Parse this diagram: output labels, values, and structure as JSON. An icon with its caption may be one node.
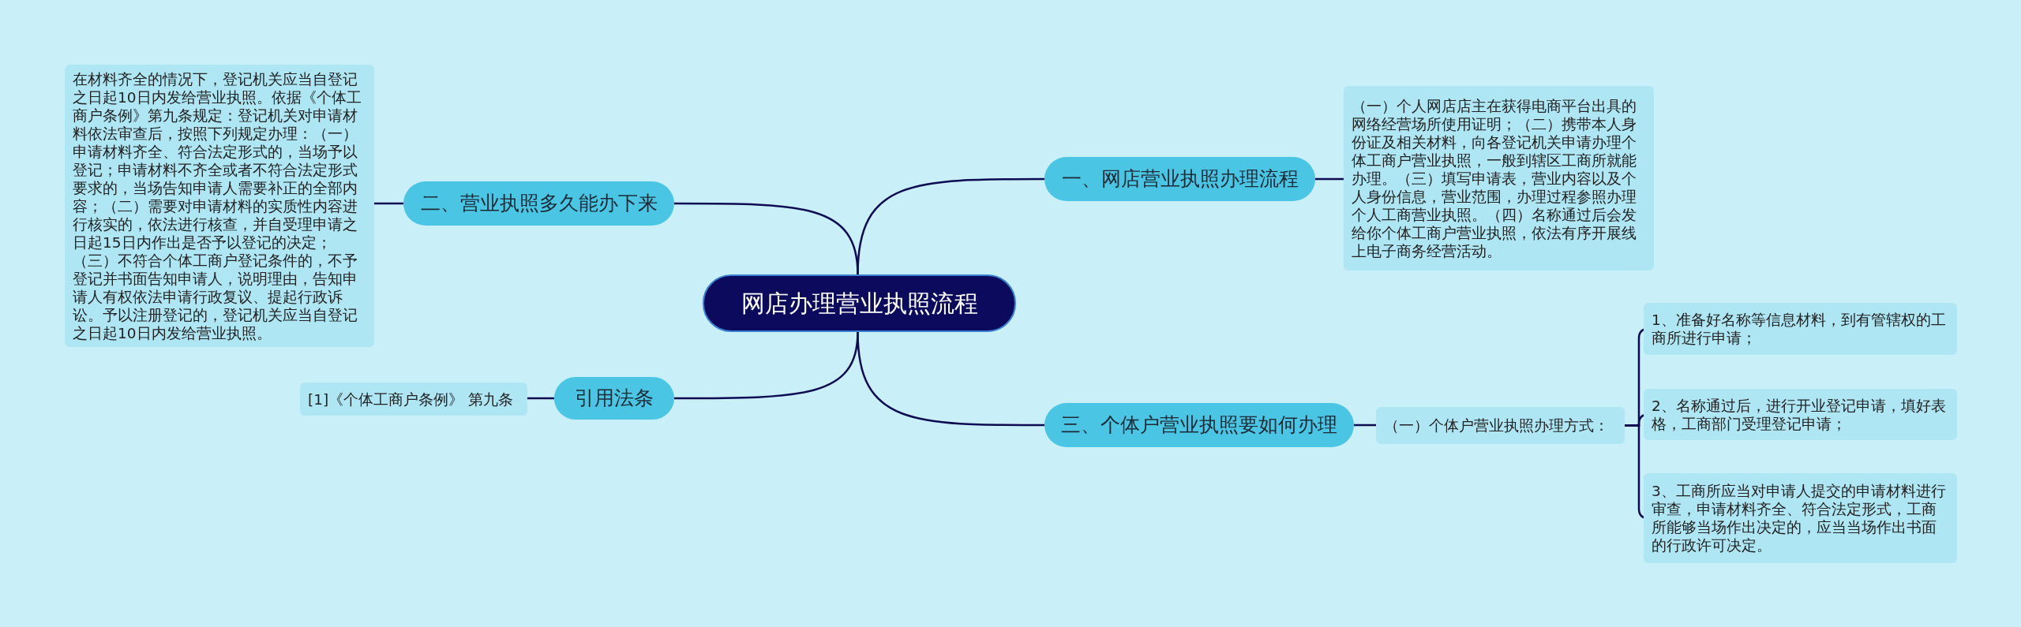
{
  "diagram": {
    "nodes": [
      {
        "text": [
          "网店办理营业执照流程"
        ]
      },
      {
        "text": [
          "一、网店营业执照办理流程"
        ]
      },
      {
        "text": [
          "（一）个人网店店主在获得电商平台出具的网络经营场所使用证明；（二）携带本人身份证及相关材料，向各登记机关申请办理个体工商户营业执照，一般到辖区工商所就能办理。（三）填写申请表，营业内容以及个人身份信息，营业范围，办理过程参照办理个人工商营业执照。（四）名称通过后会发给你个体工商户营业执照，依法有序开展线上电子商务经营活动。"
        ]
      },
      {
        "text": [
          "二、营业执照多久能办下来"
        ]
      },
      {
        "text": [
          "在材料齐全的情况下，登记机关应当自登记之日起10日内发给营业执照。依据《个体工商户条例》第九条规定：登记机关对申请材料依法审查后，按照下列规定办理：（一）申请材料齐全、符合法定形式的，当场予以登记；申请材料不齐全或者不符合法定形式要求的，当场告知申请人需要补正的全部内容；（二）需要对申请材料的实质性内容进行核实的，依法进行核查，并自受理申请之日起15日内作出是否予以登记的决定；（三）不符合个体工商户登记条件的，不予登记并书面告知申请人，说明理由，告知申请人有权依法申请行政复议、提起行政诉讼。予以注册登记的，登记机关应当自登记之日起10日内发给营业执照。"
        ]
      },
      {
        "text": [
          "引用法条"
        ]
      },
      {
        "text": [
          "[1]《个体工商户条例》 第九条"
        ]
      },
      {
        "text": [
          "三、个体户营业执照要如何办理"
        ]
      },
      {
        "text": [
          "（一）个体户营业执照办理方式："
        ]
      },
      {
        "text": [
          "1、准备好名称等信息材料，到有管辖权的工商所进行申请；"
        ]
      },
      {
        "text": [
          "2、名称通过后，进行开业登记申请，填好表格，工商部门受理登记申请；"
        ]
      },
      {
        "text": [
          "3、工商所应当对申请人提交的申请材料进行审查，申请材料齐全、符合法定形式，工商所能够当场作出决定的，应当当场作出书面的行政许可决定。"
        ]
      }
    ],
    "edges": [
      {
        "from": 0,
        "to": 1,
        "arrow": "none"
      },
      {
        "from": 1,
        "to": 2,
        "arrow": "none"
      },
      {
        "from": 0,
        "to": 3,
        "arrow": "none"
      },
      {
        "from": 3,
        "to": 4,
        "arrow": "none"
      },
      {
        "from": 0,
        "to": 5,
        "arrow": "none"
      },
      {
        "from": 5,
        "to": 6,
        "arrow": "none"
      },
      {
        "from": 0,
        "to": 7,
        "arrow": "none"
      },
      {
        "from": 7,
        "to": 8,
        "arrow": "none"
      },
      {
        "from": 8,
        "to": 9,
        "arrow": "none"
      },
      {
        "from": 8,
        "to": 10,
        "arrow": "none"
      },
      {
        "from": 8,
        "to": 11,
        "arrow": "none"
      }
    ]
  }
}
